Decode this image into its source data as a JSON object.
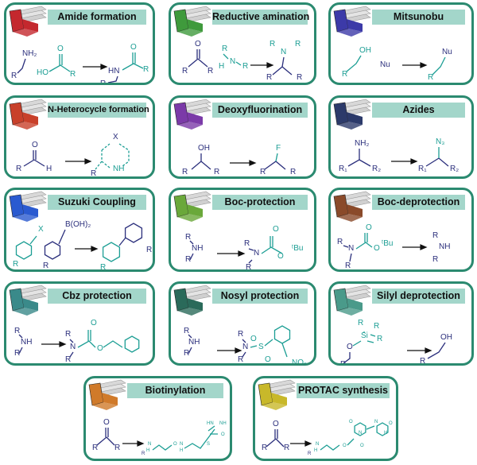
{
  "colors": {
    "border": "#2b8a70",
    "header": "#a3d6ca",
    "reactant": "#2b2f7c",
    "reagent": "#1c9e94"
  },
  "cards": [
    {
      "title": "Amide formation",
      "cartridge_color": "#c4282e",
      "atoms": [
        "NH₂",
        "R",
        "O",
        "HO",
        "R",
        "O",
        "HN",
        "R",
        "R"
      ]
    },
    {
      "title": "Reductive amination",
      "cartridge_color": "#3f9a3c",
      "atoms": [
        "O",
        "R",
        "R",
        "R",
        "H",
        "N",
        "R",
        "N",
        "R",
        "R",
        "R",
        "R"
      ]
    },
    {
      "title": "Mitsunobu",
      "cartridge_color": "#3c3aa8",
      "atoms": [
        "OH",
        "R",
        "Nu",
        "Nu",
        "R"
      ]
    },
    {
      "title": "N-Heterocycle formation",
      "cartridge_color": "#c8402a",
      "atoms": [
        "O",
        "R",
        "H",
        "X",
        "NH",
        "R"
      ]
    },
    {
      "title": "Deoxyfluorination",
      "cartridge_color": "#7b3aa8",
      "atoms": [
        "OH",
        "R",
        "R",
        "F",
        "R",
        "R"
      ]
    },
    {
      "title": "Azides",
      "cartridge_color": "#2c3a6a",
      "atoms": [
        "NH₂",
        "R₁",
        "R₂",
        "N₃",
        "R₁",
        "R₂"
      ]
    },
    {
      "title": "Suzuki Coupling",
      "cartridge_color": "#2a5ad0",
      "atoms": [
        "X",
        "R",
        "B(OH)₂",
        "R",
        "R",
        "R"
      ]
    },
    {
      "title": "Boc-protection",
      "cartridge_color": "#6aa83a",
      "atoms": [
        "R",
        "NH",
        "R",
        "R",
        "N",
        "R",
        "O",
        "O",
        "ᵗBu"
      ]
    },
    {
      "title": "Boc-deprotection",
      "cartridge_color": "#8a4a2a",
      "atoms": [
        "R",
        "N",
        "R",
        "O",
        "O",
        "ᵗBu",
        "R",
        "NH",
        "R"
      ]
    },
    {
      "title": "Cbz protection",
      "cartridge_color": "#3a8a8a",
      "atoms": [
        "R",
        "NH",
        "R",
        "R",
        "N",
        "R",
        "O",
        "O"
      ]
    },
    {
      "title": "Nosyl protection",
      "cartridge_color": "#2a6a5a",
      "atoms": [
        "R",
        "NH",
        "R",
        "R",
        "N",
        "R",
        "S",
        "O",
        "O",
        "NO₂"
      ]
    },
    {
      "title": "Silyl deprotection",
      "cartridge_color": "#4a9a8a",
      "atoms": [
        "R",
        "R",
        "Si",
        "R",
        "O",
        "R",
        "OH",
        "R"
      ]
    },
    {
      "title": "Biotinylation",
      "cartridge_color": "#d07a2a",
      "atoms": [
        "O",
        "R",
        "R",
        "R",
        "H",
        "N",
        "O",
        "H",
        "N",
        "S",
        "HN",
        "NH",
        "O"
      ]
    },
    {
      "title": "PROTAC synthesis",
      "cartridge_color": "#c8b82a",
      "atoms": [
        "O",
        "R",
        "R",
        "R",
        "H",
        "N",
        "O",
        "N",
        "O",
        "O",
        "N",
        "O",
        "H"
      ]
    }
  ]
}
